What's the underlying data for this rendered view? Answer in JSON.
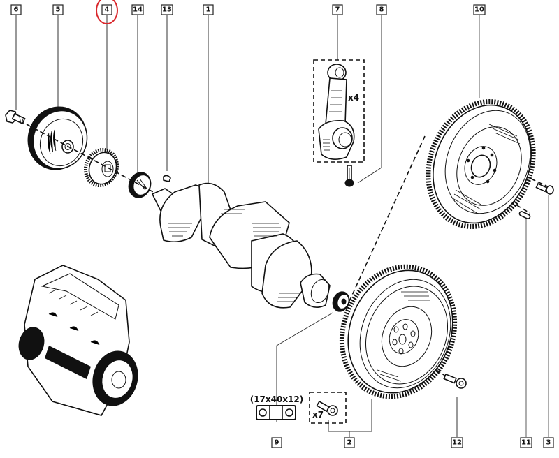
{
  "diagram": {
    "title": "Crankshaft and flywheel exploded view",
    "highlight_color": "#d9262b",
    "highlighted_callout": "4",
    "callouts_top": [
      {
        "id": "6",
        "label": "6"
      },
      {
        "id": "5",
        "label": "5"
      },
      {
        "id": "4",
        "label": "4"
      },
      {
        "id": "14",
        "label": "14"
      },
      {
        "id": "13",
        "label": "13"
      },
      {
        "id": "1",
        "label": "1"
      },
      {
        "id": "7",
        "label": "7"
      },
      {
        "id": "8",
        "label": "8"
      },
      {
        "id": "10",
        "label": "10"
      }
    ],
    "callouts_bottom": [
      {
        "id": "9",
        "label": "9"
      },
      {
        "id": "2",
        "label": "2"
      },
      {
        "id": "12",
        "label": "12"
      },
      {
        "id": "11",
        "label": "11"
      },
      {
        "id": "3",
        "label": "3"
      }
    ],
    "annotations": {
      "conrod_qty": "x4",
      "bolt_qty": "x7",
      "bearing_size": "(17x40x12)"
    },
    "parts": [
      {
        "id": "1",
        "name": "crankshaft"
      },
      {
        "id": "2",
        "name": "dual-mass-flywheel"
      },
      {
        "id": "3",
        "name": "flywheel-bolt"
      },
      {
        "id": "4",
        "name": "crankshaft-timing-gear"
      },
      {
        "id": "5",
        "name": "crankshaft-pulley"
      },
      {
        "id": "6",
        "name": "pulley-bolt"
      },
      {
        "id": "7",
        "name": "connecting-rod"
      },
      {
        "id": "8",
        "name": "connecting-rod-bolt"
      },
      {
        "id": "9",
        "name": "pilot-bearing"
      },
      {
        "id": "10",
        "name": "flywheel"
      },
      {
        "id": "11",
        "name": "dowel-pin"
      },
      {
        "id": "12",
        "name": "flywheel-bolt-dual-mass"
      },
      {
        "id": "13",
        "name": "woodruff-key"
      },
      {
        "id": "14",
        "name": "oil-seal"
      }
    ]
  }
}
